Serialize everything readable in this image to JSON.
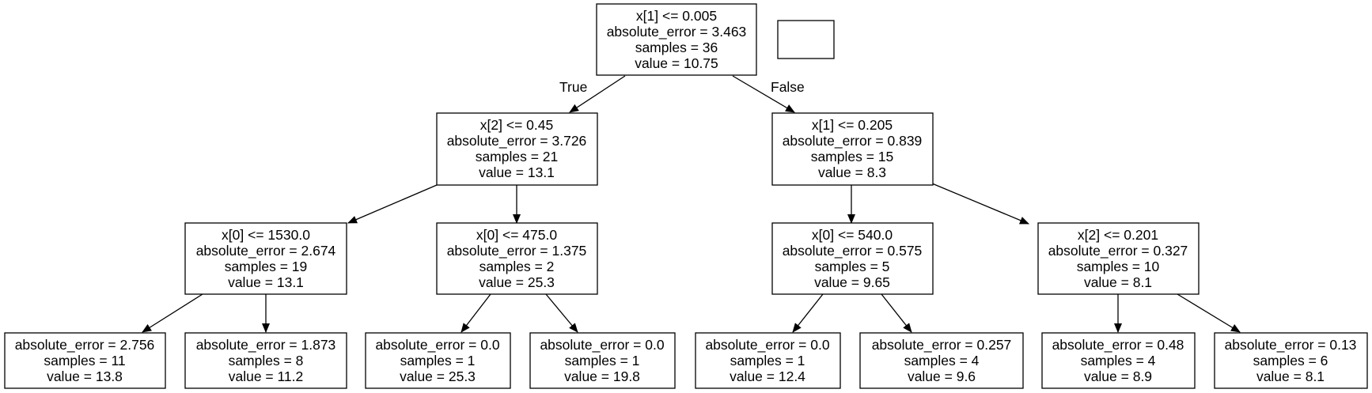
{
  "nodes": {
    "n0": [
      "x[1] <= 0.005",
      "absolute_error = 3.463",
      "samples = 36",
      "value = 10.75"
    ],
    "n1": [
      "x[2] <= 0.45",
      "absolute_error = 3.726",
      "samples = 21",
      "value = 13.1"
    ],
    "n2": [
      "x[1] <= 0.205",
      "absolute_error = 0.839",
      "samples = 15",
      "value = 8.3"
    ],
    "n3": [
      "x[0] <= 1530.0",
      "absolute_error = 2.674",
      "samples = 19",
      "value = 13.1"
    ],
    "n4": [
      "x[0] <= 475.0",
      "absolute_error = 1.375",
      "samples = 2",
      "value = 25.3"
    ],
    "n5": [
      "x[0] <= 540.0",
      "absolute_error = 0.575",
      "samples = 5",
      "value = 9.65"
    ],
    "n6": [
      "x[2] <= 0.201",
      "absolute_error = 0.327",
      "samples = 10",
      "value = 8.1"
    ],
    "n7": [
      "absolute_error = 2.756",
      "samples = 11",
      "value = 13.8"
    ],
    "n8": [
      "absolute_error = 1.873",
      "samples = 8",
      "value = 11.2"
    ],
    "n9": [
      "absolute_error = 0.0",
      "samples = 1",
      "value = 25.3"
    ],
    "n10": [
      "absolute_error = 0.0",
      "samples = 1",
      "value = 19.8"
    ],
    "n11": [
      "absolute_error = 0.0",
      "samples = 1",
      "value = 12.4"
    ],
    "n12": [
      "absolute_error = 0.257",
      "samples = 4",
      "value = 9.6"
    ],
    "n13": [
      "absolute_error = 0.48",
      "samples = 4",
      "value = 8.9"
    ],
    "n14": [
      "absolute_error = 0.13",
      "samples = 6",
      "value = 8.1"
    ]
  },
  "edge_labels": {
    "true_label": "True",
    "false_label": "False"
  },
  "colors": {
    "stroke": "#000000",
    "fill": "#ffffff"
  }
}
